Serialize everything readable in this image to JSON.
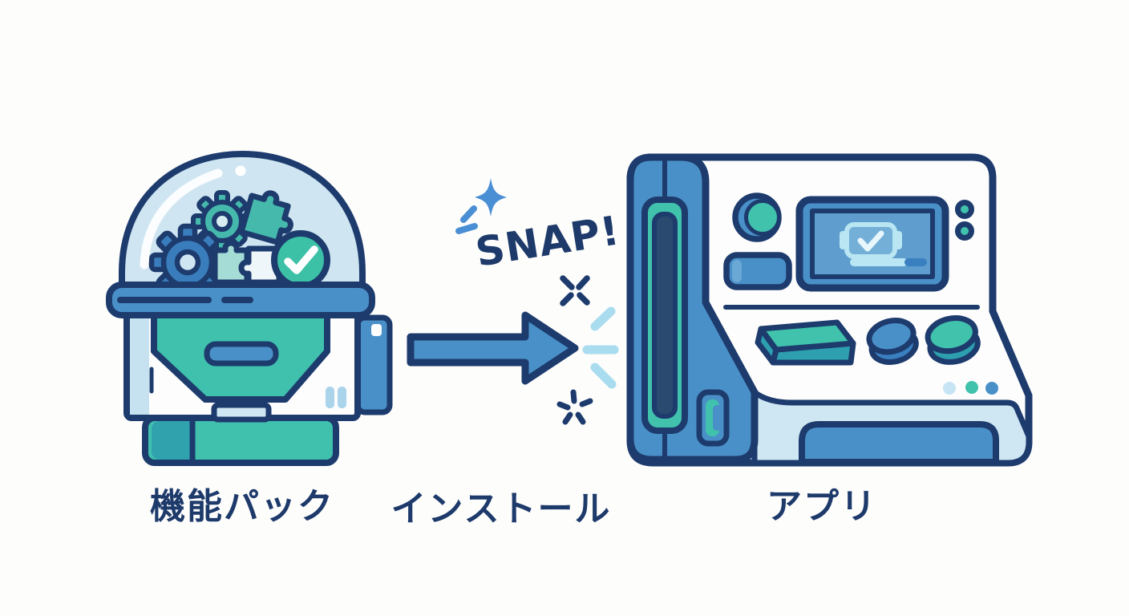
{
  "diagram": {
    "type": "illustration-flow",
    "steps": [
      {
        "id": "feature-pack",
        "label": "機能パック"
      },
      {
        "id": "install",
        "label": "インストール",
        "effect_text": "SNAP!"
      },
      {
        "id": "app",
        "label": "アプリ"
      }
    ]
  },
  "icons": {
    "feature_pack_dome": [
      "gear-icon",
      "gear-icon",
      "puzzle-piece-icon",
      "puzzle-pair-icon",
      "check-circle-icon"
    ],
    "install": [
      "sparkle-icon",
      "arrow-right-icon",
      "spark-burst-icon",
      "impact-lines-icon"
    ],
    "app_device": [
      "cartridge-slot-icon",
      "power-button-icon",
      "screen-check-icon",
      "progress-bar",
      "button-bar",
      "round-buttons",
      "indicator-dots"
    ]
  },
  "palette": {
    "navy_outline": "#1d3b6d",
    "text_navy": "#1d3a6b",
    "blue": "#4a90c8",
    "blue_dark": "#3a7fc0",
    "teal": "#40c2ad",
    "teal_dark": "#2d9fae",
    "check_green": "#3cc0a6",
    "light_blue": "#a9dcee",
    "pale_blue": "#cfe7f3",
    "dome_blue": "#cfe6f2",
    "screen_blue": "#5e9dce",
    "white": "#fdfdfd"
  }
}
